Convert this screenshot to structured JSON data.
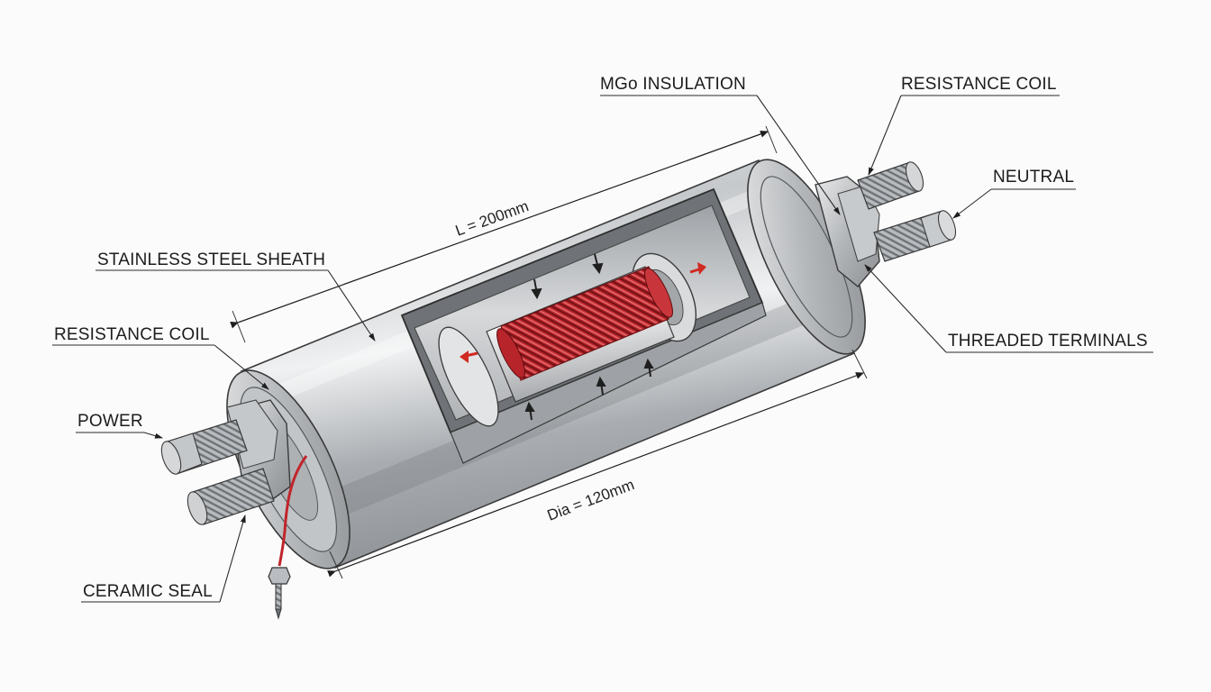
{
  "labels": {
    "mgo_insulation": "MGo INSULATION",
    "resistance_coil_top": "RESISTANCE COIL",
    "neutral": "NEUTRAL",
    "stainless_steel_sheath": "STAINLESS STEEL SHEATH",
    "resistance_coil_left": "RESISTANCE COIL",
    "power": "POWER",
    "threaded_terminals": "THREADED TERMINALS",
    "ceramic_seal": "CERAMIC SEAL"
  },
  "dimensions": {
    "length": "L = 200mm",
    "diameter": "Dia = 120mm"
  },
  "colors": {
    "coil_red": "#c0252b",
    "arrow_red": "#d12a22",
    "steel": "#b9bcc0",
    "background": "#fbfbfb"
  }
}
